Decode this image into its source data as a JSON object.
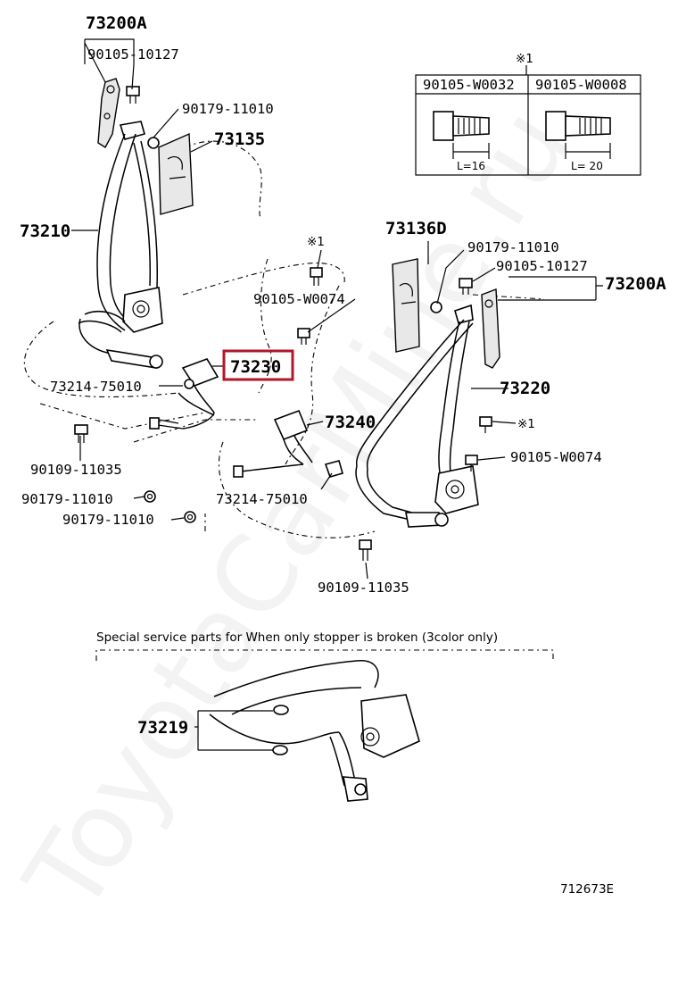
{
  "watermark": "ToyotaCarMine.ru",
  "labels": {
    "l73200A_top": "73200A",
    "l90105_10127_top": "90105-10127",
    "l90179_11010_top": "90179-11010",
    "l73135": "73135",
    "l73210": "73210",
    "l73136D": "73136D",
    "l90179_11010_right": "90179-11010",
    "l90105_10127_right": "90105-10127",
    "l73200A_right": "73200A",
    "l90105_W0074_mid": "90105-W0074",
    "l73230": "73230",
    "l73214_75010_left": "73214-75010",
    "l73220": "73220",
    "l73240": "73240",
    "l90109_11035_left": "90109-11035",
    "l90179_11010_a": "90179-11010",
    "l90179_11010_b": "90179-11010",
    "l73214_75010_mid": "73214-75010",
    "l90105_W0074_right": "90105-W0074",
    "l90109_11035_bottom": "90109-11035",
    "l73219": "73219",
    "mark1_top": "※1",
    "mark1_mid": "※1",
    "mark1_right": "※1"
  },
  "bolt_table": {
    "header_mark": "※1",
    "left_part": "90105-W0032",
    "right_part": "90105-W0008",
    "left_length": "L=16",
    "right_length": "L= 20"
  },
  "service_note": "Special service parts for When only stopper is broken (3color only)",
  "diagram_code": "712673E",
  "highlight": {
    "part": "73230",
    "color": "#b0182a"
  }
}
